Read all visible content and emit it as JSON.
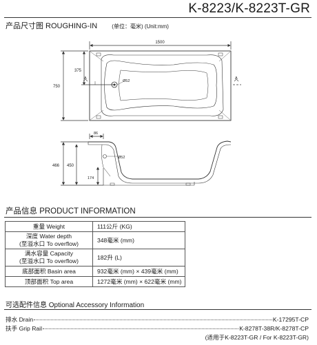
{
  "header": {
    "model": "K-8223/K-8223T-GR"
  },
  "roughing_in": {
    "title": "产品尺寸图 ROUGHING-IN",
    "unit": "(单位：毫米) (Unit:mm)"
  },
  "drawing": {
    "top_view": {
      "overall_width": "1500",
      "overall_depth": "750",
      "drain_offset": "375",
      "drain_dia_label": "Ø52",
      "section_mark": "A"
    },
    "side_view": {
      "rim_dim": "86",
      "overall_height": "466",
      "inner_height": "450",
      "drain_dia_label": "Ø52",
      "drain_height": "174"
    }
  },
  "product_info": {
    "title": "产品信息  PRODUCT INFORMATION",
    "rows": [
      {
        "label": "重量 Weight",
        "value": "111公斤 (KG)"
      },
      {
        "label": "深度 Water depth",
        "label2": "(至溢水口 To overflow)",
        "value": "348毫米 (mm)"
      },
      {
        "label": "满水容量 Capacity",
        "label2": "(至溢水口 To overflow)",
        "value": "182升 (L)"
      },
      {
        "label": "底部面积 Basin area",
        "value": "932毫米 (mm) × 439毫米 (mm)"
      },
      {
        "label": "顶部面积 Top area",
        "value": "1272毫米 (mm) × 622毫米 (mm)"
      }
    ]
  },
  "accessories": {
    "title": "可选配件信息 Optional Accessory Information",
    "items": [
      {
        "name": "排水 Drain",
        "code": "K-17295T-CP"
      },
      {
        "name": "扶手 Grip Rail",
        "code": "K-8278T-38R/K-8278T-CP"
      }
    ],
    "note": "(适用于K-8223T-GR / For K-8223T-GR)"
  }
}
